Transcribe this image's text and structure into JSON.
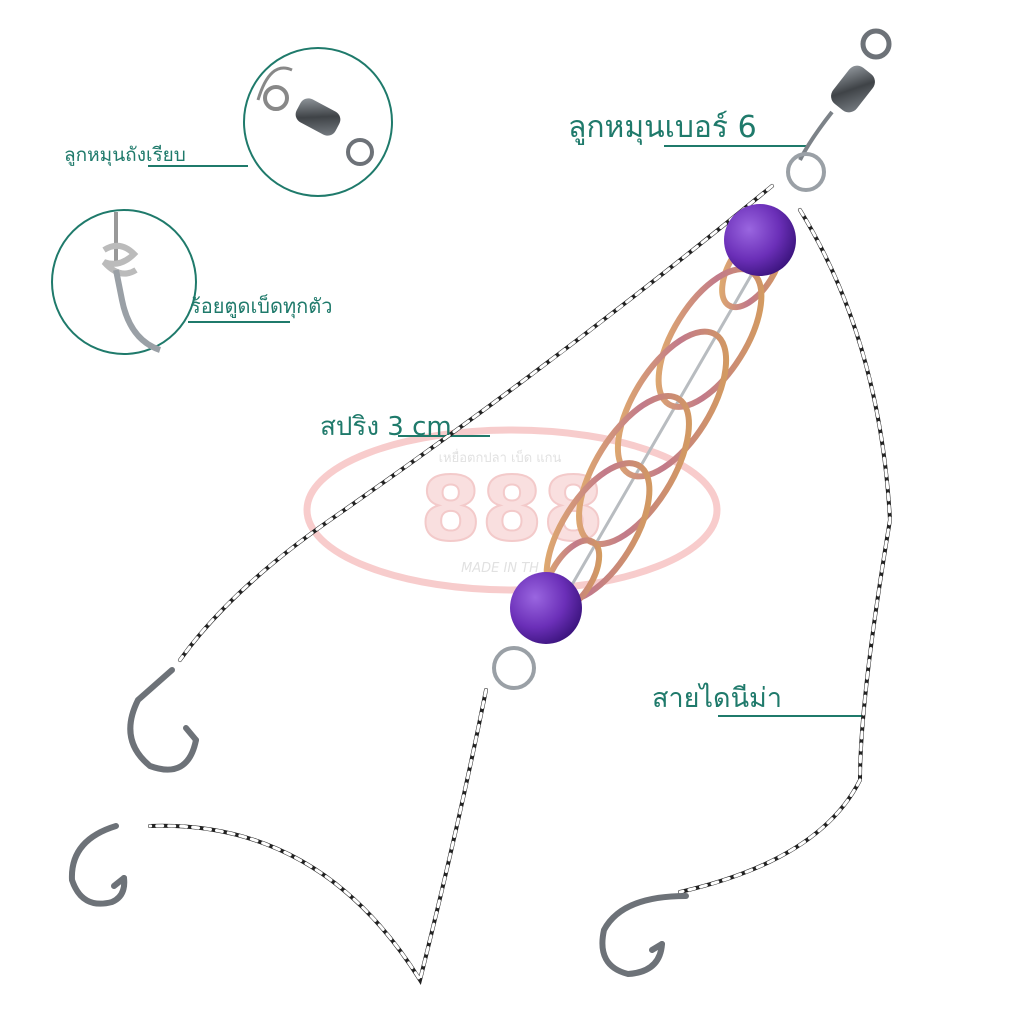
{
  "labels": {
    "swivel_no6": "ลูกหมุนเบอร์ 6",
    "barrel_swivel": "ลูกหมุนถังเรียบ",
    "knot_every_hook": "ร้อยตูดเบ็ดทุกตัว",
    "spring_size": "สปริง 3 cm",
    "dyneema_line": "สายไดนีม่า"
  },
  "watermark": {
    "number": "888",
    "top_text": "เหยื่อตกปลา เบ็ด แกน",
    "bottom_text": "MADE IN TH"
  },
  "colors": {
    "label_text": "#1f7a6b",
    "callout_line": "#1f7a6b",
    "bead": "#6b2fb8",
    "spring": "#c98c5a",
    "watermark": "#f2a3a3",
    "hook_steel": "#6d7278"
  }
}
